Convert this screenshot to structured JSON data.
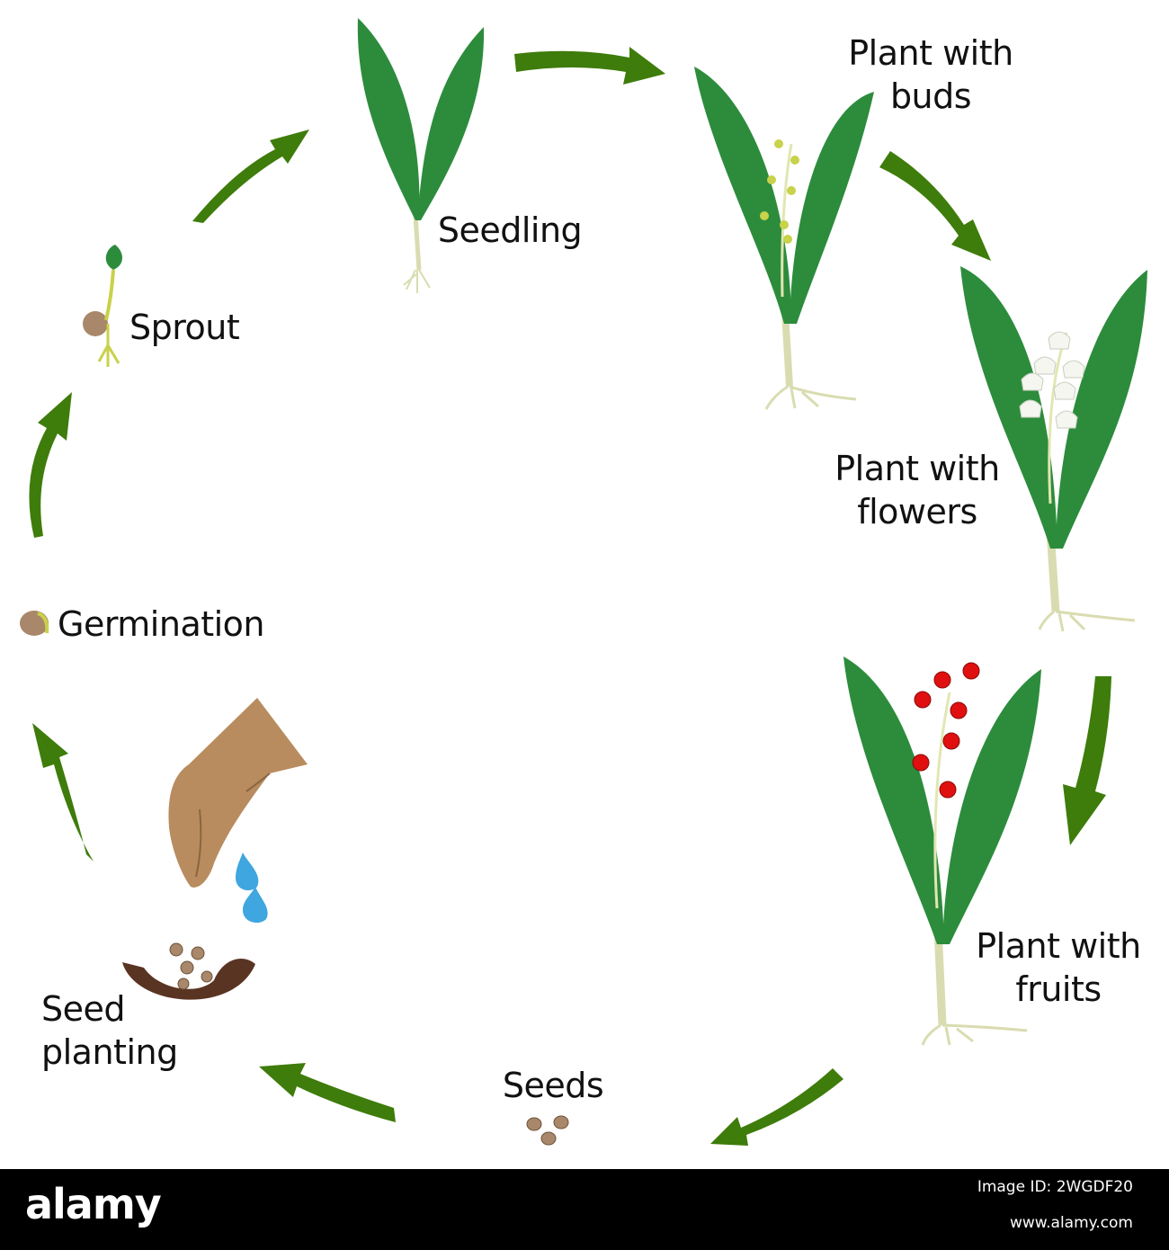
{
  "diagram": {
    "colors": {
      "arrow": "#3e7c0b",
      "leaf": "#2c8c3c",
      "leaf_dark": "#227a32",
      "stem": "#d9dcb0",
      "berry": "#e01010",
      "flower": "#f4f6ef",
      "seed": "#a8876a",
      "soil": "#5a3423",
      "hand": "#b88c5e",
      "water": "#3fa6e0"
    },
    "stages": {
      "seedling": "Seedling",
      "buds_line1": "Plant with",
      "buds_line2": "buds",
      "flowers_line1": "Plant with",
      "flowers_line2": "flowers",
      "fruits_line1": "Plant with",
      "fruits_line2": "fruits",
      "seeds": "Seeds",
      "planting_line1": "Seed",
      "planting_line2": "planting",
      "germination": "Germination",
      "sprout": "Sprout"
    }
  },
  "footer": {
    "brand": "alamy",
    "image_id": "Image ID: 2WGDF20",
    "site": "www.alamy.com"
  }
}
